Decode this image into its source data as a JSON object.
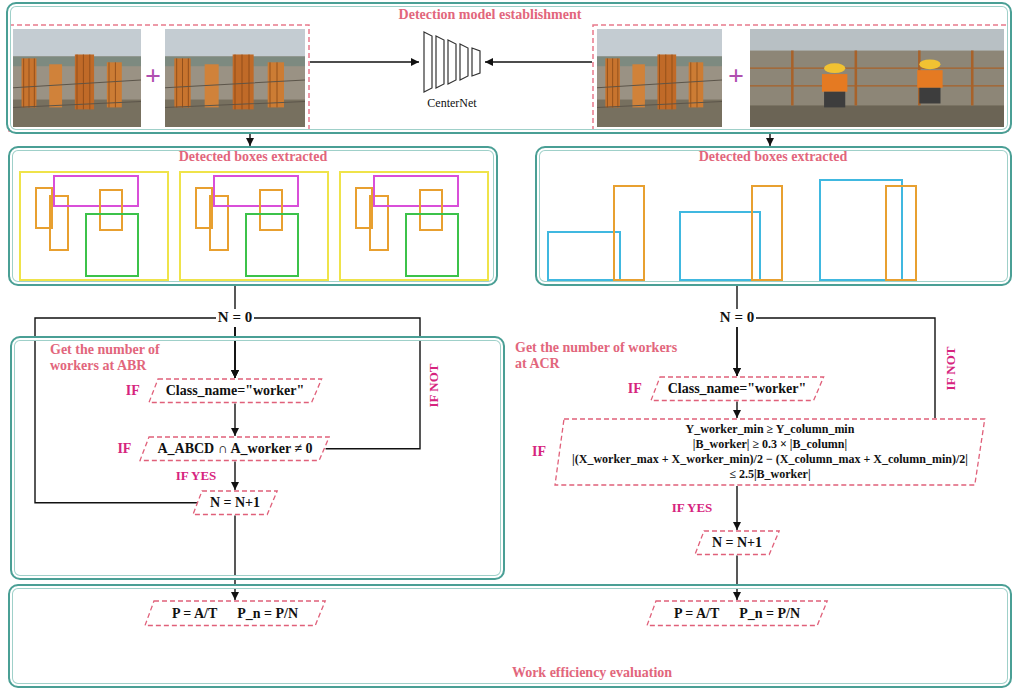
{
  "diagram": {
    "nodes": [
      {
        "text": [
          "Detection model establishment"
        ]
      },
      {
        "text": [
          "Detected boxes extracted"
        ]
      },
      {
        "text": [
          "Detected boxes extracted"
        ]
      },
      {
        "text": [
          "Get the number of workers at ABR"
        ]
      },
      {
        "text": [
          "IF",
          "Class_name=\"worker\""
        ],
        "in": 3
      },
      {
        "text": [
          "IF",
          "A_ABCD ∩ A_worker ≠ 0"
        ],
        "in": 3
      },
      {
        "text": [
          "N = N+1"
        ],
        "in": 3
      },
      {
        "text": [
          "IF",
          "Class_name=\"worker\""
        ]
      },
      {
        "text": [
          "IF",
          "Y_worker_min ≥ Y_column_min",
          "|B_worker| ≥ 0.3 × |B_column|",
          "|(X_worker_max + X_worker_min)/2 − (X_column_max + X_column_min)/2|",
          "≤ 2.5|B_worker|"
        ]
      },
      {
        "text": [
          "N = N+1"
        ]
      },
      {
        "text": [
          "Work efficiency evaluation"
        ]
      },
      {
        "text": [
          "P = A/T",
          "P_n = P/N"
        ],
        "in": 10
      },
      {
        "text": [
          "P = A/T",
          "P_n = P/N"
        ],
        "in": 10
      }
    ],
    "edges": [
      {
        "from": 0,
        "to": 1,
        "arrow": "to"
      },
      {
        "from": 0,
        "to": 2,
        "arrow": "to"
      },
      {
        "from": 1,
        "to": 4,
        "label": "N = 0",
        "arrow": "to"
      },
      {
        "from": 4,
        "to": 5,
        "arrow": "to"
      },
      {
        "from": 5,
        "to": 6,
        "label": "IF YES",
        "arrow": "to"
      },
      {
        "from": 5,
        "to": 4,
        "label": "IF NOT",
        "arrow": "to"
      },
      {
        "from": 6,
        "to": 4,
        "arrow": "to"
      },
      {
        "from": 6,
        "to": 11,
        "arrow": "to"
      },
      {
        "from": 2,
        "to": 7,
        "label": "N = 0",
        "arrow": "to"
      },
      {
        "from": 7,
        "to": 8,
        "arrow": "to"
      },
      {
        "from": 8,
        "to": 9,
        "label": "IF YES",
        "arrow": "to"
      },
      {
        "from": 8,
        "to": 7,
        "label": "IF NOT",
        "arrow": "to"
      },
      {
        "from": 9,
        "to": 12,
        "arrow": "to"
      }
    ],
    "labels": [
      "+",
      "CenterNet",
      "+",
      "Get the number of workers at ACR"
    ]
  }
}
